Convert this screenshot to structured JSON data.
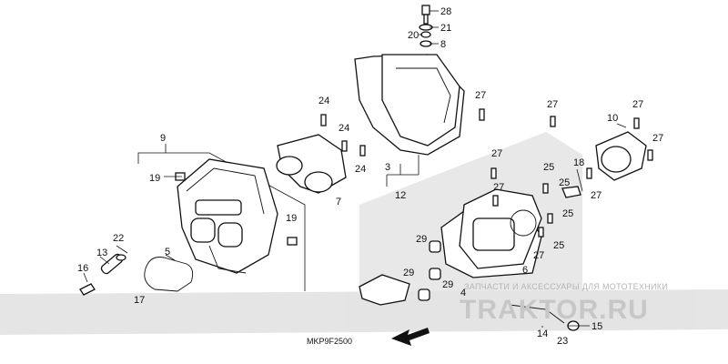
{
  "diagram": {
    "code": "MKP9F2500",
    "watermark_line": "ЗАПЧАСТИ И АКСЕССУАРЫ ДЛЯ МОТОТЕХНИКИ",
    "watermark_brand": "TRAKTOR.RU",
    "callouts": {
      "c28": "28",
      "c21": "21",
      "c20": "20",
      "c8": "8",
      "c24a": "24",
      "c24b": "24",
      "c24c": "24",
      "c27a": "27",
      "c27b": "27",
      "c27c": "27",
      "c27d": "27",
      "c27e": "27",
      "c27f": "27",
      "c27g": "27",
      "c9": "9",
      "c19a": "19",
      "c19b": "19",
      "c3": "3",
      "c12": "12",
      "c7": "7",
      "c22": "22",
      "c13": "13",
      "c5": "5",
      "c16": "16",
      "c17": "17",
      "c10": "10",
      "c18": "18",
      "c25a": "25",
      "c25b": "25",
      "c25c": "25",
      "c25d": "25",
      "c29a": "29",
      "c29b": "29",
      "c29c": "29",
      "c6": "6",
      "c4": "4",
      "c14": "14",
      "c23": "23",
      "c15": "15"
    }
  }
}
